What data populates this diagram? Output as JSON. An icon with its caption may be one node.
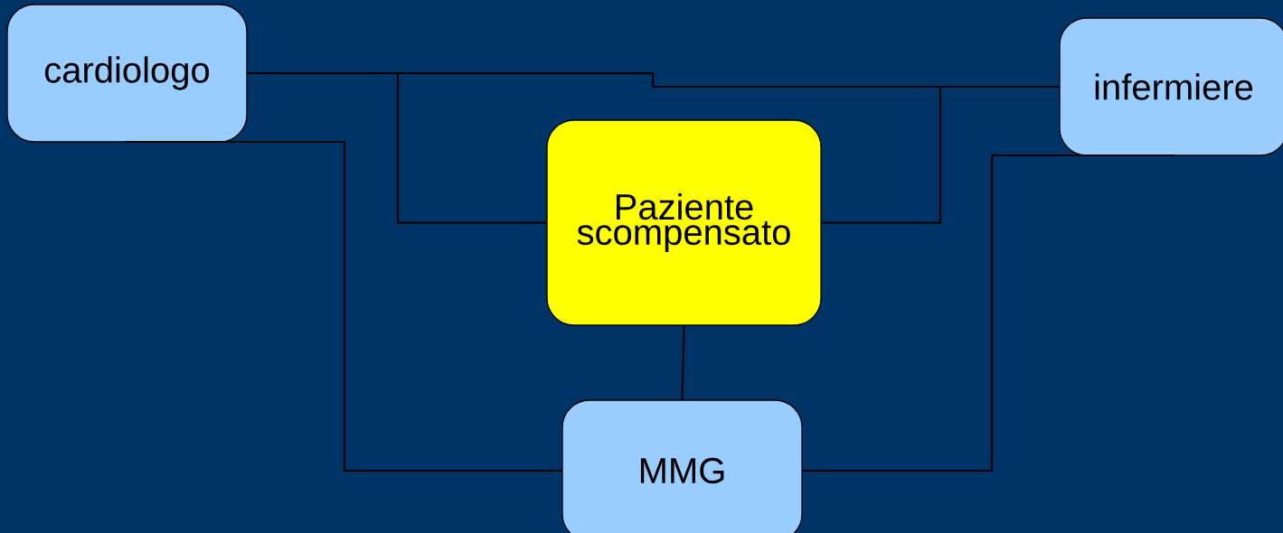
{
  "diagram": {
    "nodes": [
      {
        "text": [
          "cardiologo"
        ]
      },
      {
        "text": [
          "infermiere"
        ]
      },
      {
        "text": [
          "Paziente scompensato"
        ]
      },
      {
        "text": [
          "MMG"
        ]
      }
    ],
    "edges": [
      {
        "from": 0,
        "to": 1,
        "arrow": "none"
      },
      {
        "from": 0,
        "to": 2,
        "arrow": "none"
      },
      {
        "from": 1,
        "to": 2,
        "arrow": "none"
      },
      {
        "from": 0,
        "to": 3,
        "arrow": "none"
      },
      {
        "from": 1,
        "to": 3,
        "arrow": "none"
      },
      {
        "from": 2,
        "to": 3,
        "arrow": "none"
      }
    ]
  }
}
